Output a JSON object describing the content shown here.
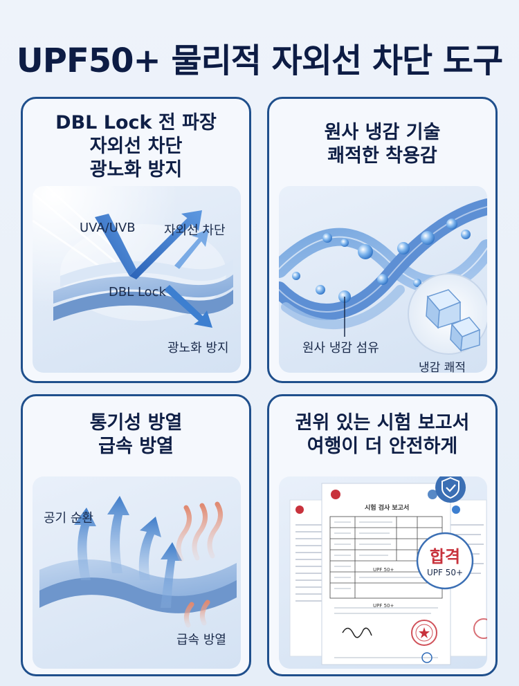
{
  "title": "UPF50+ 물리적 자외선 차단 도구",
  "colors": {
    "navy": "#1f4f8c",
    "title": "#0d1c44",
    "red": "#c8323c",
    "blue": "#3d7fd0"
  },
  "cards": {
    "uv": {
      "heading": [
        "DBL Lock 전 파장",
        "자외선 차단",
        "광노화 방지"
      ],
      "labels": {
        "uva_uvb": "UVA/UVB",
        "block": "자외선 차단",
        "dbl": "DBL Lock",
        "antiaging": "광노화 방지"
      },
      "icons": [
        "sun-rays-icon",
        "arrow-icon"
      ]
    },
    "cool": {
      "heading": [
        "원사 냉감 기술",
        "쾌적한 착용감"
      ],
      "labels": {
        "fiber": "원사 냉감 섬유",
        "comfort": "냉감 쾌적"
      },
      "icons": [
        "fiber-helix-icon",
        "ice-cube-icon"
      ]
    },
    "breath": {
      "heading": [
        "통기성 방열",
        "급속 방열"
      ],
      "labels": {
        "air": "공기 순환",
        "heat": "급속 방열"
      },
      "icons": [
        "air-flow-arrow-icon",
        "heat-wave-icon"
      ]
    },
    "report": {
      "heading": [
        "권위 있는 시험 보고서",
        "여행이 더 안전하게"
      ],
      "doc_title": "시험 검사 보고서",
      "stamp_title": "합격",
      "stamp_sub": "UPF 50+",
      "doc_value": "UPF 50+",
      "doc_value2": "UPF 50+",
      "icons": [
        "shield-check-icon",
        "seal-icon"
      ]
    }
  }
}
